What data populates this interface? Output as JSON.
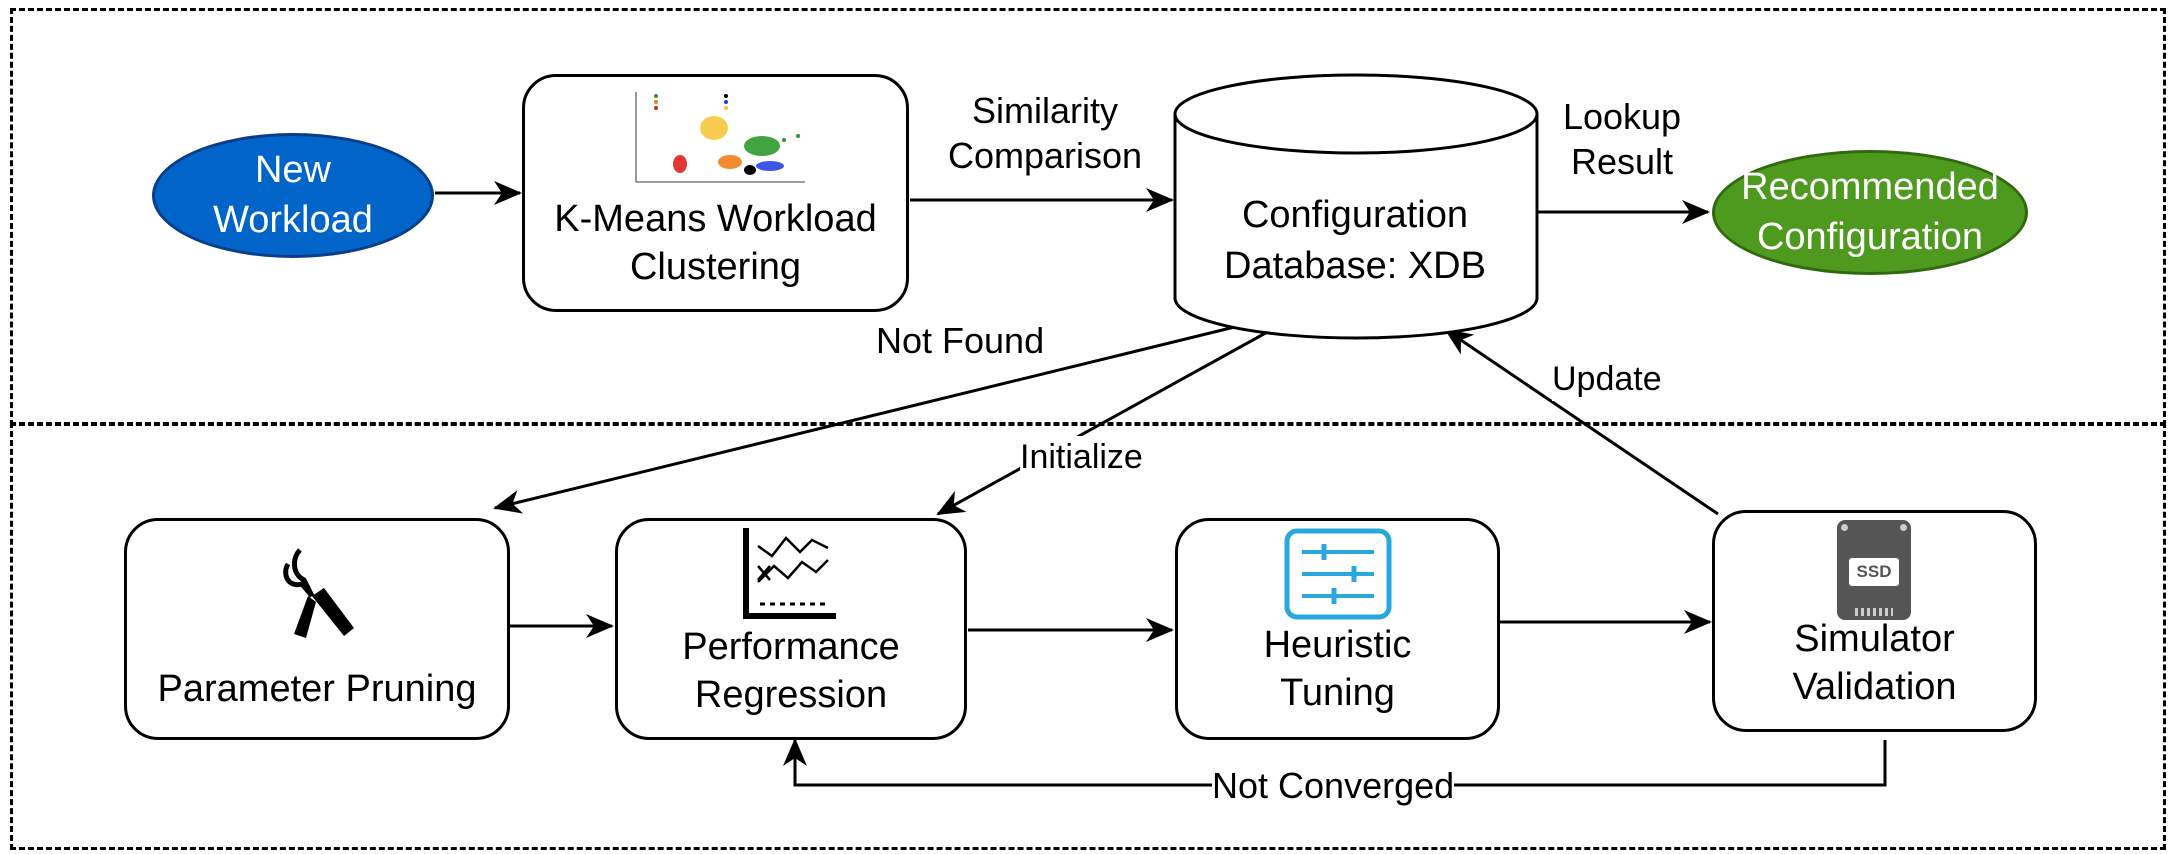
{
  "nodes": {
    "new_workload": "New\nWorkload",
    "kmeans": "K-Means Workload\nClustering",
    "database": "Configuration\nDatabase: XDB",
    "recommended": "Recommended\nConfiguration",
    "pruning": "Parameter Pruning",
    "regression": "Performance\nRegression",
    "tuning": "Heuristic\nTuning",
    "simulator": "Simulator\nValidation"
  },
  "edge_labels": {
    "similarity": "Similarity\nComparison",
    "lookup": "Lookup\nResult",
    "not_found": "Not Found",
    "initialize": "Initialize",
    "update": "Update",
    "not_converged": "Not Converged"
  },
  "icons": {
    "pruning": "scissors-icon",
    "regression": "line-chart-icon",
    "tuning": "sliders-icon",
    "simulator": "ssd-icon"
  },
  "ssd_label": "SSD",
  "colors": {
    "new_workload": "#0064C8",
    "recommended": "#4E9A1E",
    "tuning_icon": "#29A8E0",
    "ssd_icon": "#555555"
  }
}
